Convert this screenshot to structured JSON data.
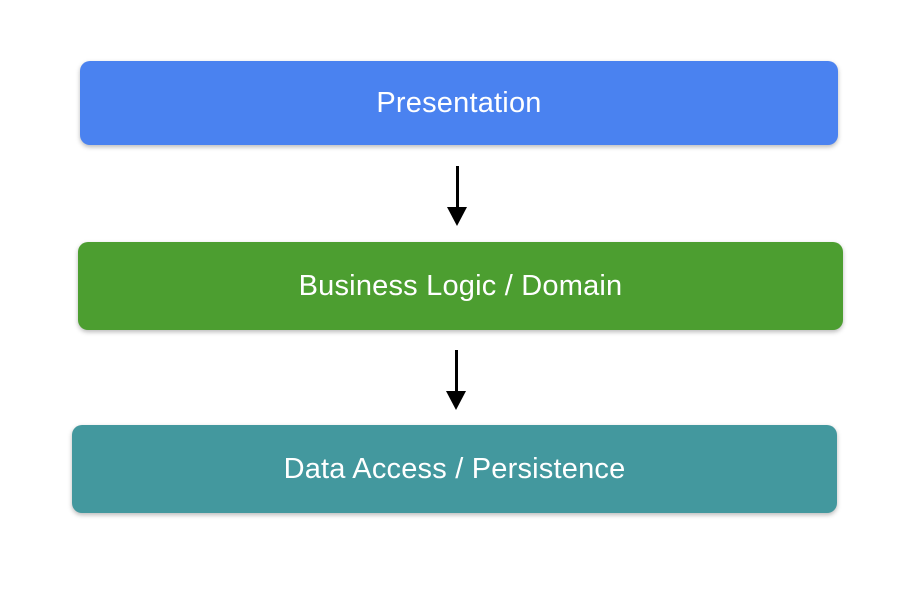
{
  "diagram": {
    "type": "layered-architecture-flow",
    "background": "#ffffff",
    "text_color": "#ffffff",
    "arrow_color": "#000000",
    "layers": [
      {
        "id": "presentation",
        "label": "Presentation",
        "color": "#4a82f0"
      },
      {
        "id": "business-logic",
        "label": "Business Logic / Domain",
        "color": "#4c9e30"
      },
      {
        "id": "data-access",
        "label": "Data Access / Persistence",
        "color": "#43989e"
      }
    ],
    "connectors": [
      {
        "from": "presentation",
        "to": "business-logic",
        "direction": "down"
      },
      {
        "from": "business-logic",
        "to": "data-access",
        "direction": "down"
      }
    ]
  }
}
